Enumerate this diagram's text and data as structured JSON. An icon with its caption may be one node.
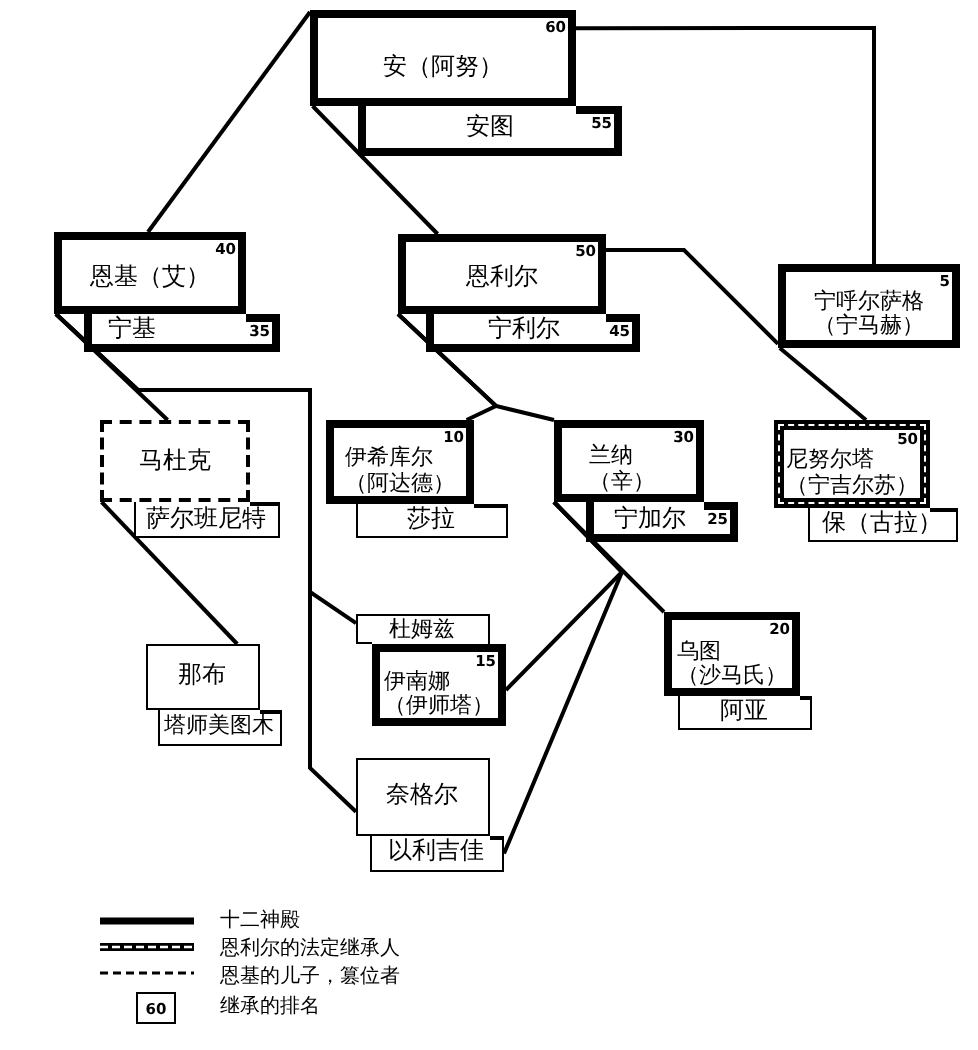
{
  "diagram": {
    "nodes": [
      {
        "text": [
          "60",
          "安（阿努）"
        ]
      },
      {
        "text": [
          "安图",
          "55"
        ]
      },
      {
        "text": [
          "40",
          "恩基（艾）"
        ]
      },
      {
        "text": [
          "宁基",
          "35"
        ]
      },
      {
        "text": [
          "50",
          "恩利尔"
        ]
      },
      {
        "text": [
          "宁利尔",
          "45"
        ]
      },
      {
        "text": [
          "5",
          "宁呼尔萨格（宁马赫）"
        ]
      },
      {
        "text": [
          "马杜克"
        ]
      },
      {
        "text": [
          "萨尔班尼特"
        ]
      },
      {
        "text": [
          "10",
          "伊希库尔（阿达德）"
        ]
      },
      {
        "text": [
          "莎拉"
        ]
      },
      {
        "text": [
          "30",
          "兰纳（辛）"
        ]
      },
      {
        "text": [
          "宁加尔",
          "25"
        ]
      },
      {
        "text": [
          "50",
          "尼努尔塔（宁吉尔苏）"
        ]
      },
      {
        "text": [
          "保（古拉）"
        ]
      },
      {
        "text": [
          "那布"
        ]
      },
      {
        "text": [
          "塔师美图木"
        ]
      },
      {
        "text": [
          "杜姆兹"
        ]
      },
      {
        "text": [
          "15",
          "伊南娜（伊师塔）"
        ]
      },
      {
        "text": [
          "20",
          "乌图（沙马氏）"
        ]
      },
      {
        "text": [
          "阿亚"
        ]
      },
      {
        "text": [
          "奈格尔"
        ]
      },
      {
        "text": [
          "以利吉佳"
        ]
      }
    ],
    "edges": [
      {
        "from": 0,
        "to": 2,
        "arrow": "none"
      },
      {
        "from": 0,
        "to": 4,
        "arrow": "none"
      },
      {
        "from": 0,
        "to": 6,
        "arrow": "none"
      },
      {
        "from": 2,
        "to": 7,
        "arrow": "none"
      },
      {
        "from": 2,
        "to": 17,
        "arrow": "none"
      },
      {
        "from": 2,
        "to": 21,
        "arrow": "none"
      },
      {
        "from": 7,
        "to": 15,
        "arrow": "none"
      },
      {
        "from": 4,
        "to": 9,
        "arrow": "none"
      },
      {
        "from": 4,
        "to": 11,
        "arrow": "none"
      },
      {
        "from": 4,
        "to": 6,
        "arrow": "none"
      },
      {
        "from": 6,
        "to": 13,
        "arrow": "none"
      },
      {
        "from": 11,
        "to": 18,
        "arrow": "none"
      },
      {
        "from": 11,
        "to": 19,
        "arrow": "none"
      },
      {
        "from": 11,
        "to": 22,
        "arrow": "none"
      }
    ],
    "labels": [
      "60"
    ],
    "legend": [
      {
        "text": "十二神殿"
      },
      {
        "text": "恩利尔的法定继承人"
      },
      {
        "text": "恩基的儿子，篡位者"
      },
      {
        "text": "继承的排名"
      }
    ]
  }
}
